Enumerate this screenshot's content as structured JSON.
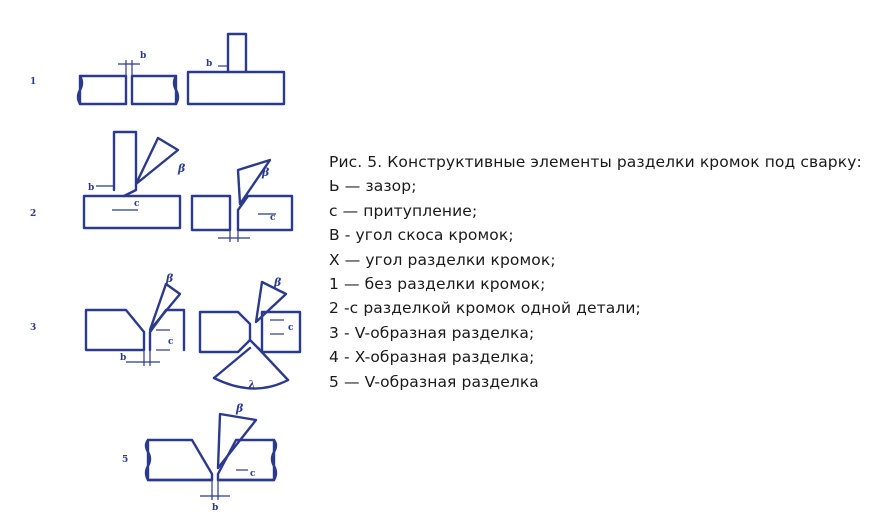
{
  "figure": {
    "row_numbers": [
      "1",
      "2",
      "3",
      "5"
    ],
    "dim_labels": {
      "gap": "b",
      "root_face": "c",
      "bevel_angle": "β",
      "groove_angle": "λ"
    }
  },
  "caption": {
    "lines": [
      "Рис. 5. Конструктивные элементы разделки кромок под сварку:",
      "Ь — зазор;",
      "с — притупление;",
      "В - угол скоса кромок;",
      "X — угол разделки кромок;",
      "1 — без разделки кромок;",
      "2 -с разделкой кромок одной детали;",
      "3 - V-образная разделка;",
      "4 - X-образная разделка;",
      "5 — V-образная разделка"
    ]
  }
}
